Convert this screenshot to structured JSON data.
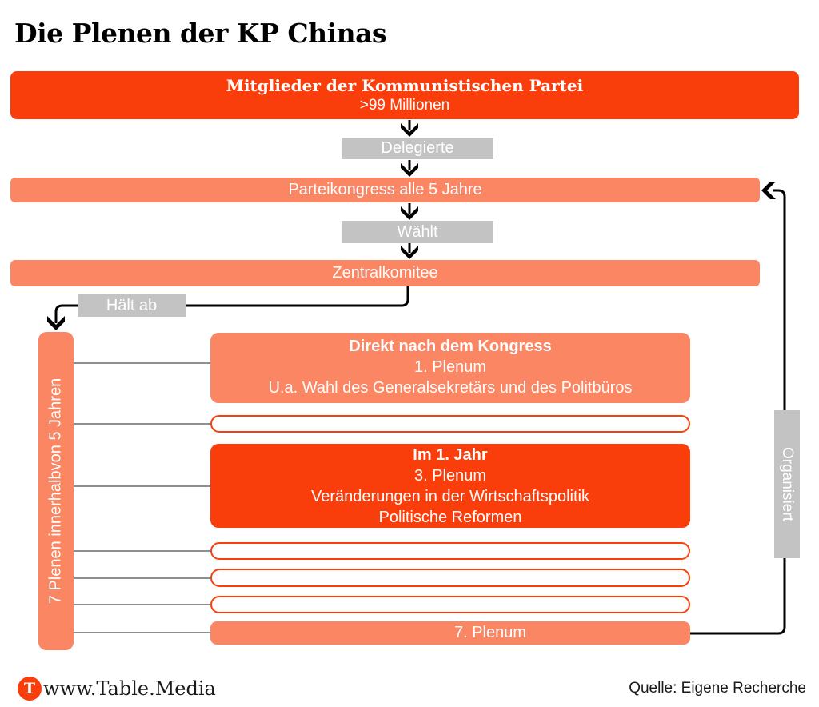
{
  "title": "Die Plenen der KP Chinas",
  "colors": {
    "primary": "#fa3e0b",
    "salmon": "#fa8663",
    "gray": "#c3c3c3",
    "connector_gray": "#8e8e8e",
    "line_black": "#000000",
    "text_white": "#ffffff",
    "text_dark": "#1a1a1a"
  },
  "flow": {
    "members": {
      "line1": "Mitglieder der Kommunistischen Partei",
      "line2": ">99 Millionen"
    },
    "delegates_label": "Delegierte",
    "party_congress": "Parteikongress alle 5 Jahre",
    "elects_label": "Wählt",
    "central_committee": "Zentralkomitee",
    "holds_label": "Hält ab",
    "organizes_label": "Organisiert",
    "sidebar_label": "7 Plenen innerhalbvon 5 Jahren"
  },
  "plenums": [
    {
      "type": "salmon",
      "lines": [
        "Direkt nach dem Kongress",
        "1. Plenum",
        "U.a. Wahl des Generalsekretärs und des Politbüros"
      ]
    },
    {
      "type": "empty",
      "lines": []
    },
    {
      "type": "primary",
      "lines": [
        "Im 1. Jahr",
        "3. Plenum",
        "Veränderungen in der Wirtschaftspolitik",
        "Politische Reformen"
      ]
    },
    {
      "type": "empty",
      "lines": []
    },
    {
      "type": "empty",
      "lines": []
    },
    {
      "type": "empty",
      "lines": []
    },
    {
      "type": "salmon",
      "lines": [
        "7. Plenum"
      ]
    }
  ],
  "footer": {
    "logo_letter": "T",
    "site": "www.Table.Media",
    "source": "Quelle: Eigene Recherche"
  }
}
